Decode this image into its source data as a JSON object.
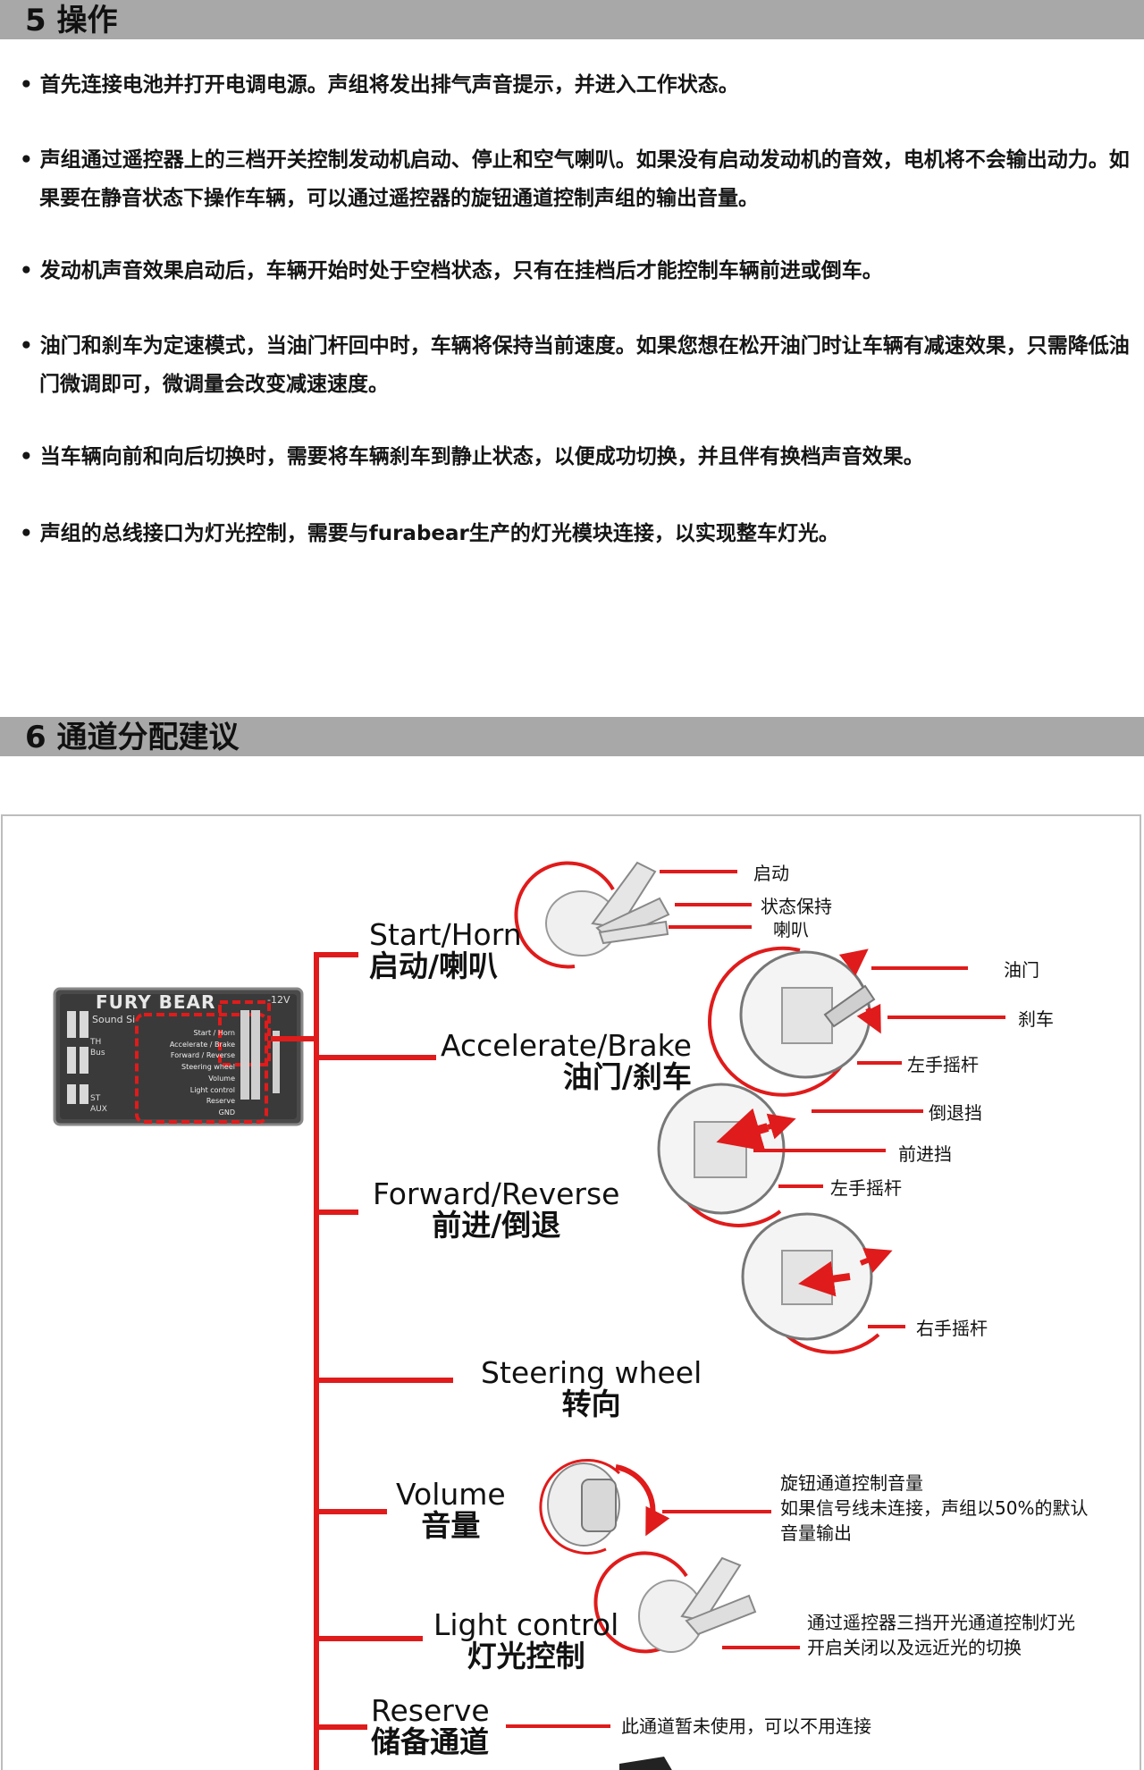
{
  "section5": {
    "title": "5 操作"
  },
  "bullets": [
    "• 首先连接电池并打开电调电源。声组将发出排气声音提示，并进入工作状态。",
    "• 声组通过遥控器上的三档开关控制发动机启动、停止和空气喇叭。如果没有启动发动机的音效，电机将不会输出动力。如果要在静音状态下操作车辆，可以通过遥控器的旋钮通道控制声组的输出音量。",
    "• 发动机声音效果启动后，车辆开始时处于空档状态，只有在挂档后才能控制车辆前进或倒车。",
    "• 油门和刹车为定速模式，当油门杆回中时，车辆将保持当前速度。如果您想在松开油门时让车辆有减速效果，只需降低油门微调即可，微调量会改变减速速度。",
    "• 当车辆向前和向后切换时，需要将车辆刹车到静止状态，以便成功切换，并且伴有换档声音效果。",
    "• 声组的总线接口为灯光控制，需要与furabear生产的灯光模块连接，以实现整车灯光。"
  ],
  "section6": {
    "title": "6 通道分配建议"
  },
  "device": {
    "brand": "FURY BEAR",
    "sub": "Sound Si",
    "voltage": "-12V",
    "left_labels": [
      "TH",
      "Bus",
      "ST",
      "AUX"
    ],
    "pins": [
      "Start / Horn",
      "Accelerate / Brake",
      "Forward / Reverse",
      "Steering wheel",
      "Volume",
      "Light control",
      "Reserve",
      "GND"
    ]
  },
  "channels": [
    {
      "en": "Start/Horn",
      "zh": "启动/喇叭"
    },
    {
      "en": "Accelerate/Brake",
      "zh": "油门/刹车"
    },
    {
      "en": "Forward/Reverse",
      "zh": "前进/倒退"
    },
    {
      "en": "Steering wheel",
      "zh": "转向"
    },
    {
      "en": "Volume",
      "zh": "音量"
    },
    {
      "en": "Light control",
      "zh": "灯光控制"
    },
    {
      "en": "Reserve",
      "zh": "储备通道"
    }
  ],
  "callouts": {
    "start": "启动",
    "hold": "状态保持",
    "horn": "喇叭",
    "throttle": "油门",
    "brake": "刹车",
    "left_stick_1": "左手摇杆",
    "reverse_gear": "倒退挡",
    "forward_gear": "前进挡",
    "left_stick_2": "左手摇杆",
    "right_stick": "右手摇杆",
    "volume_note": [
      "旋钮通道控制音量",
      "如果信号线未连接，声组以50%的默认",
      "音量输出"
    ],
    "light_note": [
      "通过遥控器三挡开光通道控制灯光",
      "开启关闭以及远近光的切换"
    ],
    "reserve_note": "此通道暂未使用，可以不用连接"
  },
  "colors": {
    "accent": "#e01b1b",
    "bar": "#a8a8a8"
  }
}
